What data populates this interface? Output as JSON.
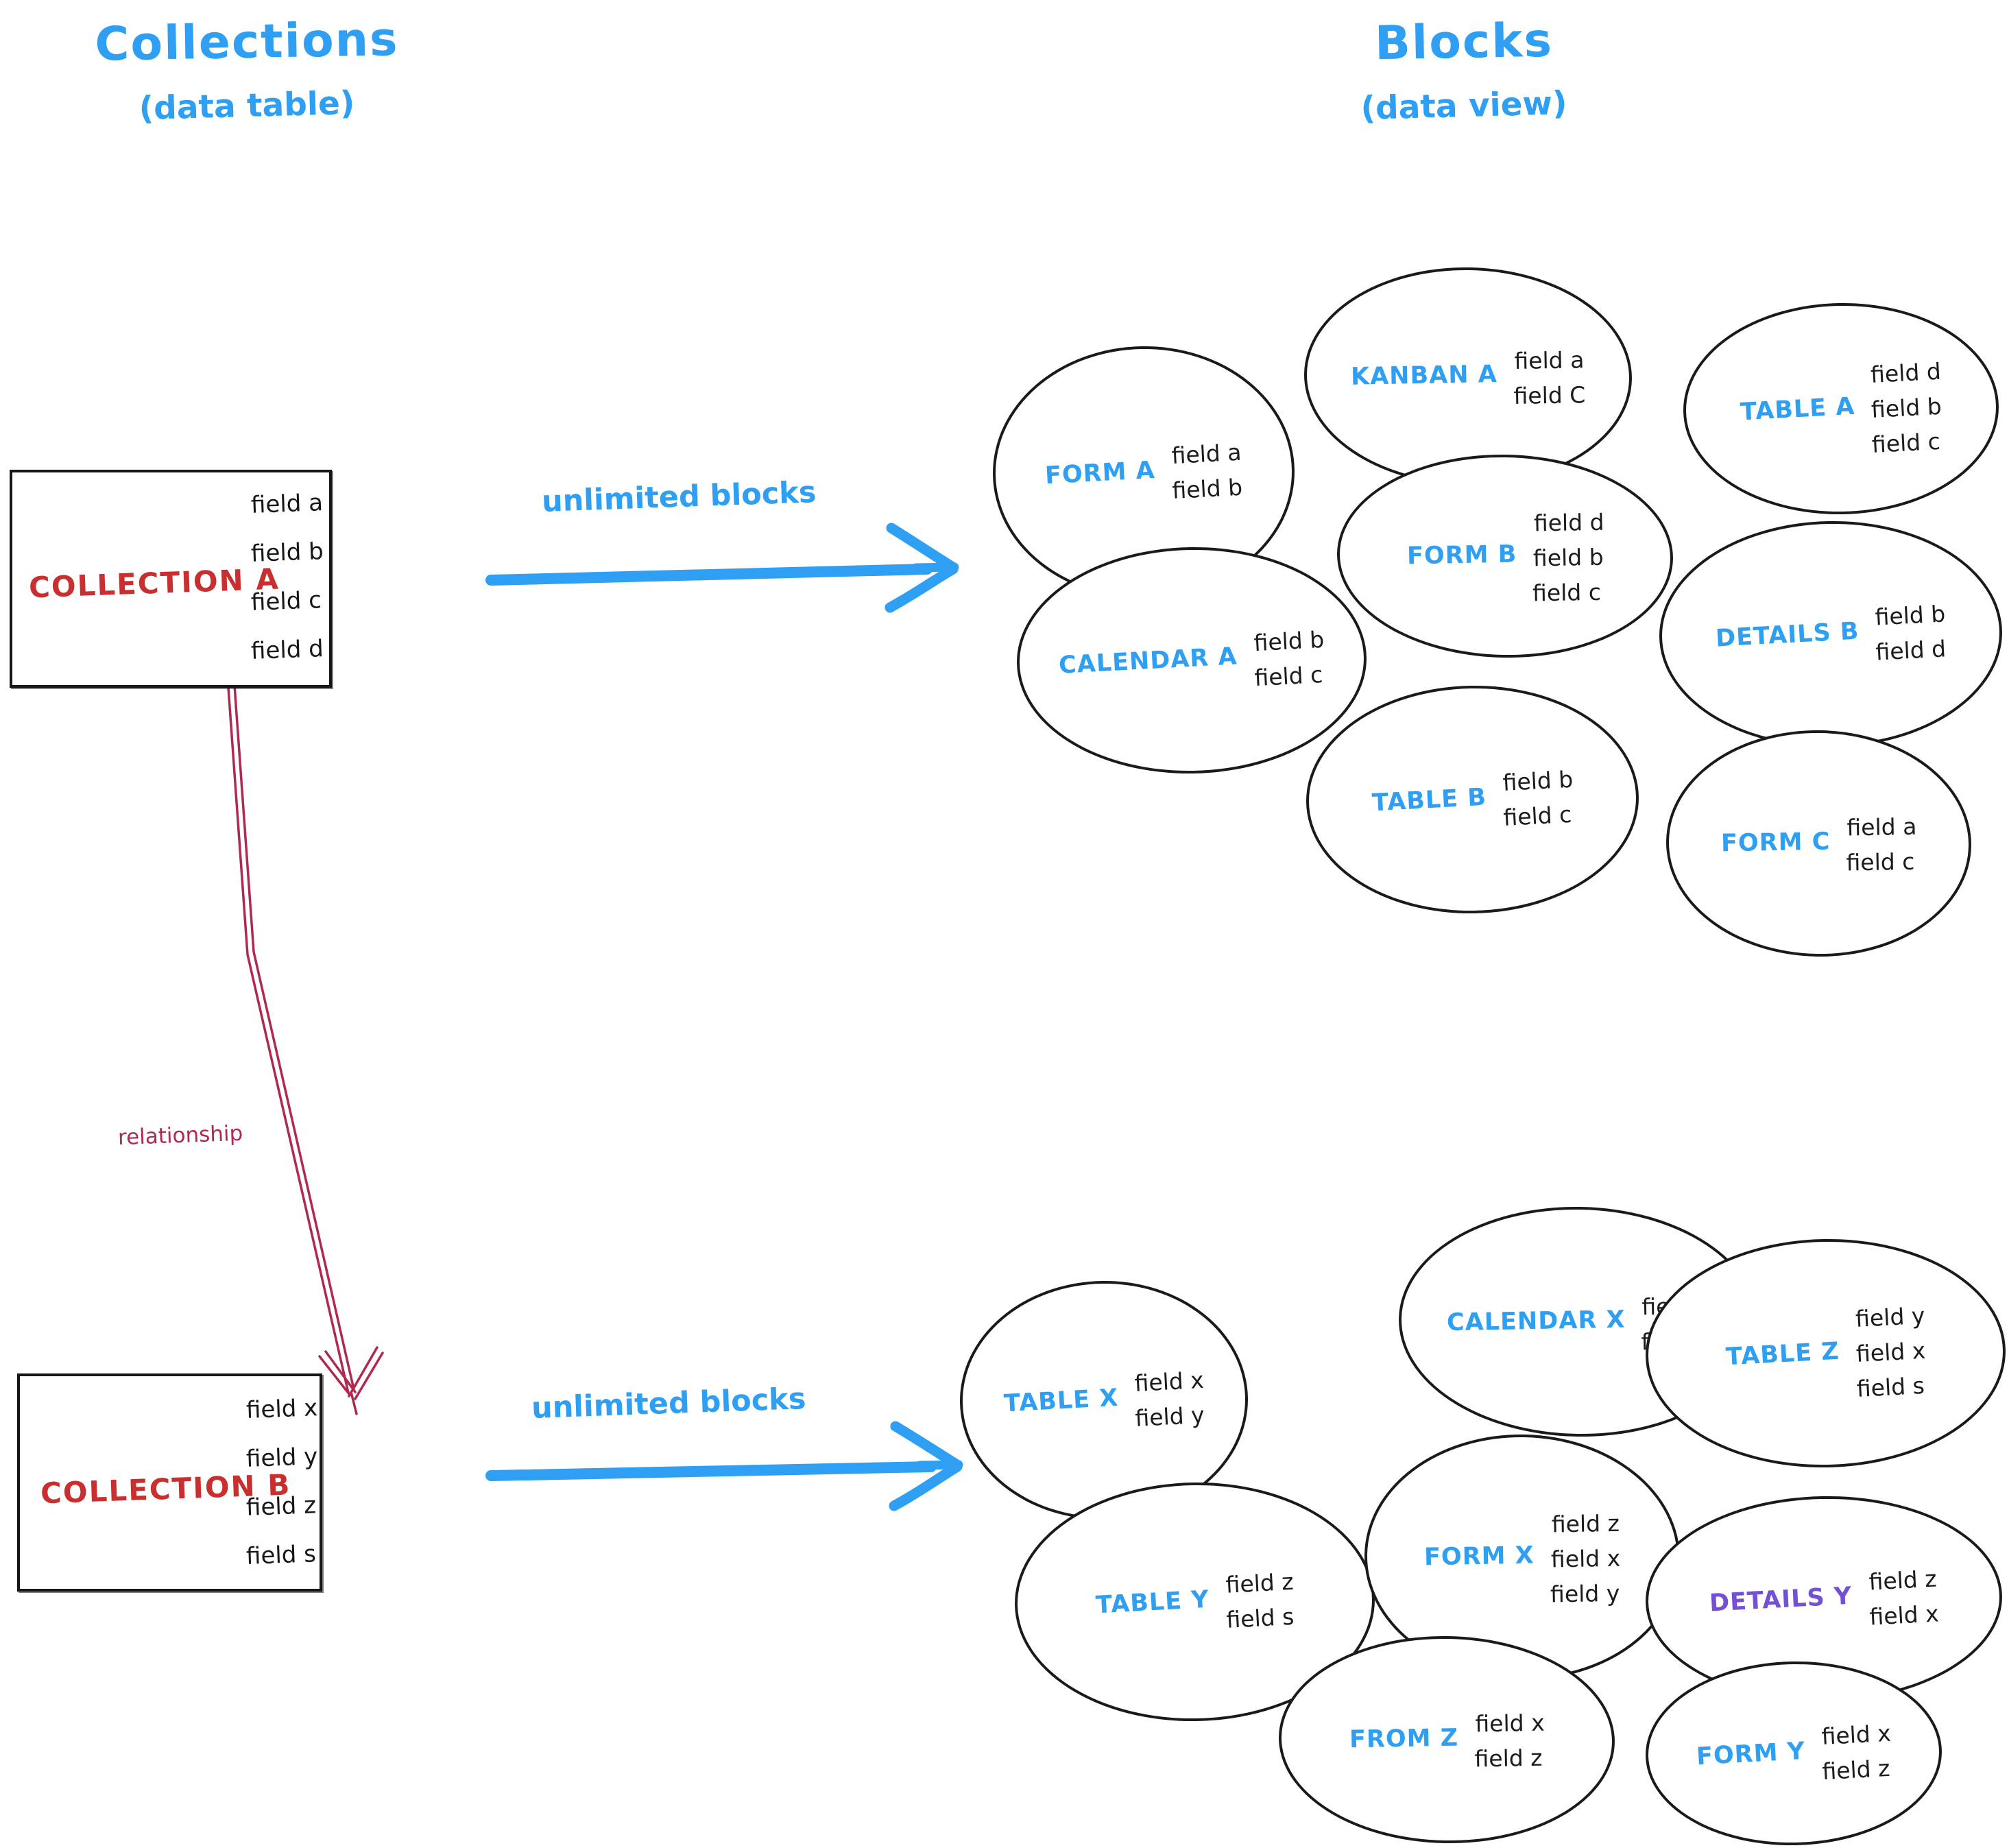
{
  "titles": {
    "left": {
      "title": "Collections",
      "subtitle": "(data table)"
    },
    "right": {
      "title": "Blocks",
      "subtitle": "(data view)"
    }
  },
  "collections": {
    "a": {
      "label": "COLLECTION A",
      "fields": [
        "field a",
        "field b",
        "field c",
        "field d"
      ]
    },
    "b": {
      "label": "COLLECTION B",
      "fields": [
        "field x",
        "field y",
        "field z",
        "field s"
      ]
    }
  },
  "arrows": {
    "top": {
      "label": "unlimited blocks"
    },
    "bottom": {
      "label": "unlimited blocks"
    },
    "relationship": {
      "label": "relationship"
    }
  },
  "blocks_a": {
    "form_a": {
      "label": "FORM A",
      "fields": [
        "field a",
        "field b"
      ]
    },
    "kanban_a": {
      "label": "KANBAN A",
      "fields": [
        "field a",
        "field C"
      ]
    },
    "table_a": {
      "label": "TABLE A",
      "fields": [
        "field d",
        "field b",
        "field c"
      ]
    },
    "calendar_a": {
      "label": "CALENDAR A",
      "fields": [
        "field b",
        "field c"
      ]
    },
    "form_b": {
      "label": "FORM B",
      "fields": [
        "field d",
        "field b",
        "field c"
      ]
    },
    "details_b": {
      "label": "DETAILS B",
      "fields": [
        "field b",
        "field d"
      ]
    },
    "table_b": {
      "label": "TABLE B",
      "fields": [
        "field b",
        "field c"
      ]
    },
    "form_c": {
      "label": "FORM C",
      "fields": [
        "field a",
        "field c"
      ]
    }
  },
  "blocks_b": {
    "table_x": {
      "label": "TABLE X",
      "fields": [
        "field x",
        "field y"
      ]
    },
    "calendar_x": {
      "label": "CALENDAR X",
      "fields": [
        "field y",
        "field x"
      ]
    },
    "table_z": {
      "label": "TABLE Z",
      "fields": [
        "field y",
        "field x",
        "field s"
      ]
    },
    "table_y": {
      "label": "TABLE Y",
      "fields": [
        "field z",
        "field s"
      ]
    },
    "form_x": {
      "label": "FORM X",
      "fields": [
        "field z",
        "field x",
        "field y"
      ]
    },
    "details_y": {
      "label": "DETAILS Y",
      "fields": [
        "field z",
        "field x"
      ]
    },
    "from_z": {
      "label": "FROM Z",
      "fields": [
        "field x",
        "field z"
      ]
    },
    "form_y": {
      "label": "FORM Y",
      "fields": [
        "field x",
        "field z"
      ]
    }
  },
  "colors": {
    "accent_blue": "#2E9FF3",
    "collection_red": "#C92F2F",
    "relationship_crimson": "#B0294F",
    "details_purple": "#7450D5",
    "ink_black": "#1A1A1A"
  }
}
